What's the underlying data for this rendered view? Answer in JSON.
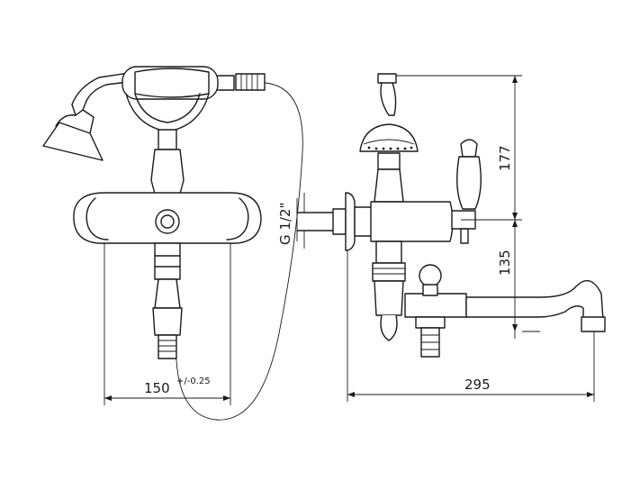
{
  "dimensions": {
    "width_bottom_left": "150",
    "tolerance": "+/-0.25",
    "width_bottom_right": "295",
    "height_shower": "177",
    "height_spout": "135",
    "thread": "G 1/2\""
  }
}
